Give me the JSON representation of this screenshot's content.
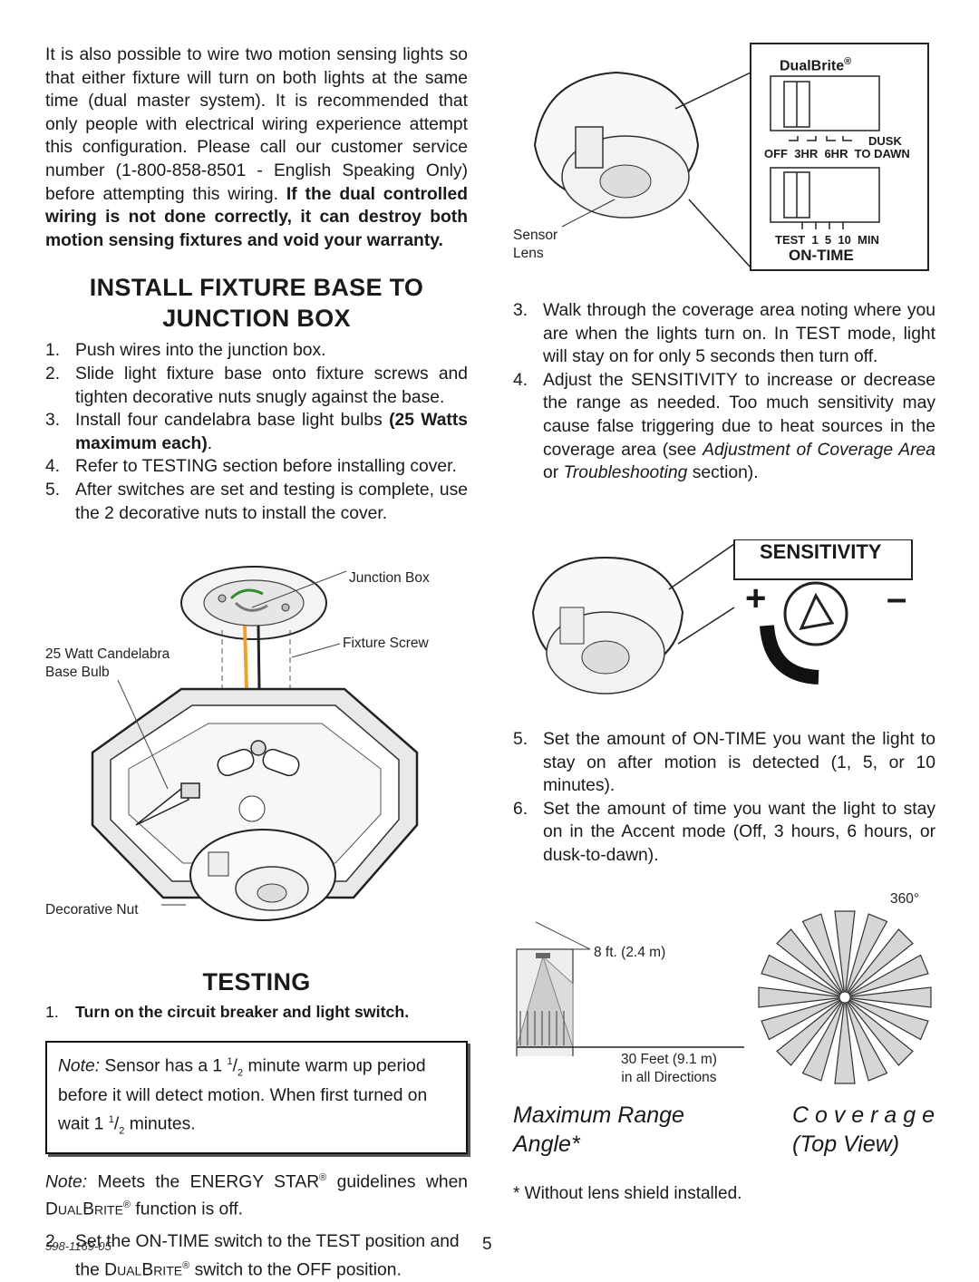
{
  "intro": {
    "text": "It is also possible to wire two motion sensing lights so that either fixture will turn on both lights at the same time (dual master system). It is recommended that only people with electrical wiring experience attempt this configuration. Please call our customer service number (1-800-858-8501 - English Speaking Only) before attempting this wiring.",
    "warning": "If the dual controlled wiring is not done correctly, it can destroy both motion sensing fixtures and void your warranty."
  },
  "install": {
    "heading_line1": "INSTALL FIXTURE BASE TO",
    "heading_line2": "JUNCTION BOX",
    "steps": [
      {
        "num": "1.",
        "text": "Push wires into the junction box."
      },
      {
        "num": "2.",
        "text": "Slide light fixture base onto fixture screws and tighten decorative nuts snugly against the base."
      },
      {
        "num": "3.",
        "text_pre": "Install four candelabra base light bulbs",
        "text_bold": "(25 Watts maximum each)",
        "text_post": "."
      },
      {
        "num": "4.",
        "text": "Refer to TESTING section before installing cover."
      },
      {
        "num": "5.",
        "text": "After switches are set and testing is complete, use the 2 decorative nuts to install the cover."
      }
    ]
  },
  "fixture_labels": {
    "junction_box": "Junction Box",
    "fixture_screw": "Fixture Screw",
    "bulb_line1": "25 Watt Candelabra",
    "bulb_line2": "Base Bulb",
    "decorative_nut": "Decorative Nut"
  },
  "testing": {
    "heading": "TESTING",
    "step1_num": "1.",
    "step1": "Turn on the circuit breaker and light switch.",
    "note_label": "Note:",
    "note_pre": "Sensor has a 1",
    "note_frac_num": "1",
    "note_frac_den": "2",
    "note_mid": "minute warm up period before it will detect motion. When first turned on wait 1",
    "note_end": "minutes.",
    "energy_label": "Note:",
    "energy_pre": "Meets the ENERGY STAR",
    "energy_reg": "®",
    "energy_post": "guidelines when",
    "energy_brand": "DualBrite",
    "energy_end": "function is off.",
    "step2_num": "2.",
    "step2_pre": "Set the ON-TIME switch to the TEST position and the",
    "step2_brand": "DualBrite",
    "step2_post": "switch to the OFF position."
  },
  "sensor_panel": {
    "brand": "DualBrite",
    "reg": "®",
    "dusk": "DUSK",
    "accent_labels": "OFF  3HR  6HR  TO DAWN",
    "ontime_labels": "TEST  1  5  10  MIN",
    "ontime_title": "ON-TIME",
    "sensor_label1": "Sensor",
    "sensor_label2": "Lens"
  },
  "right_steps_a": [
    {
      "num": "3.",
      "text": "Walk through the coverage area noting where you are when the lights turn on. In TEST mode, light will stay on for only 5 seconds then turn off."
    },
    {
      "num": "4.",
      "text_pre": "Adjust the SENSITIVITY to increase or decrease the range as needed. Too much sensitivity may cause false triggering due to heat sources in the coverage area (see",
      "text_it1": "Adjustment of Coverage Area",
      "text_mid": "or",
      "text_it2": "Troubleshooting",
      "text_post": "section)."
    }
  ],
  "sensitivity": {
    "title": "SENSITIVITY",
    "plus": "+",
    "minus": "–"
  },
  "right_steps_b": [
    {
      "num": "5.",
      "text": "Set the amount of ON-TIME you want the light to stay on after motion is detected (1, 5, or 10 minutes)."
    },
    {
      "num": "6.",
      "text": "Set the amount of time you want the light to stay on in the Accent mode (Off, 3 hours, 6 hours, or dusk-to-dawn)."
    }
  ],
  "coverage": {
    "height_label": "8 ft. (2.4 m)",
    "range_line1": "30 Feet (9.1 m)",
    "range_line2": "in all Directions",
    "degrees": "360°",
    "max_range": "Maximum Range",
    "coverage_word": "C o v e r a g e",
    "angle": "Angle*",
    "top_view": "(Top View)",
    "footnote": "* Without lens shield installed."
  },
  "footer": {
    "code": "598-1169-05",
    "page": "5"
  }
}
